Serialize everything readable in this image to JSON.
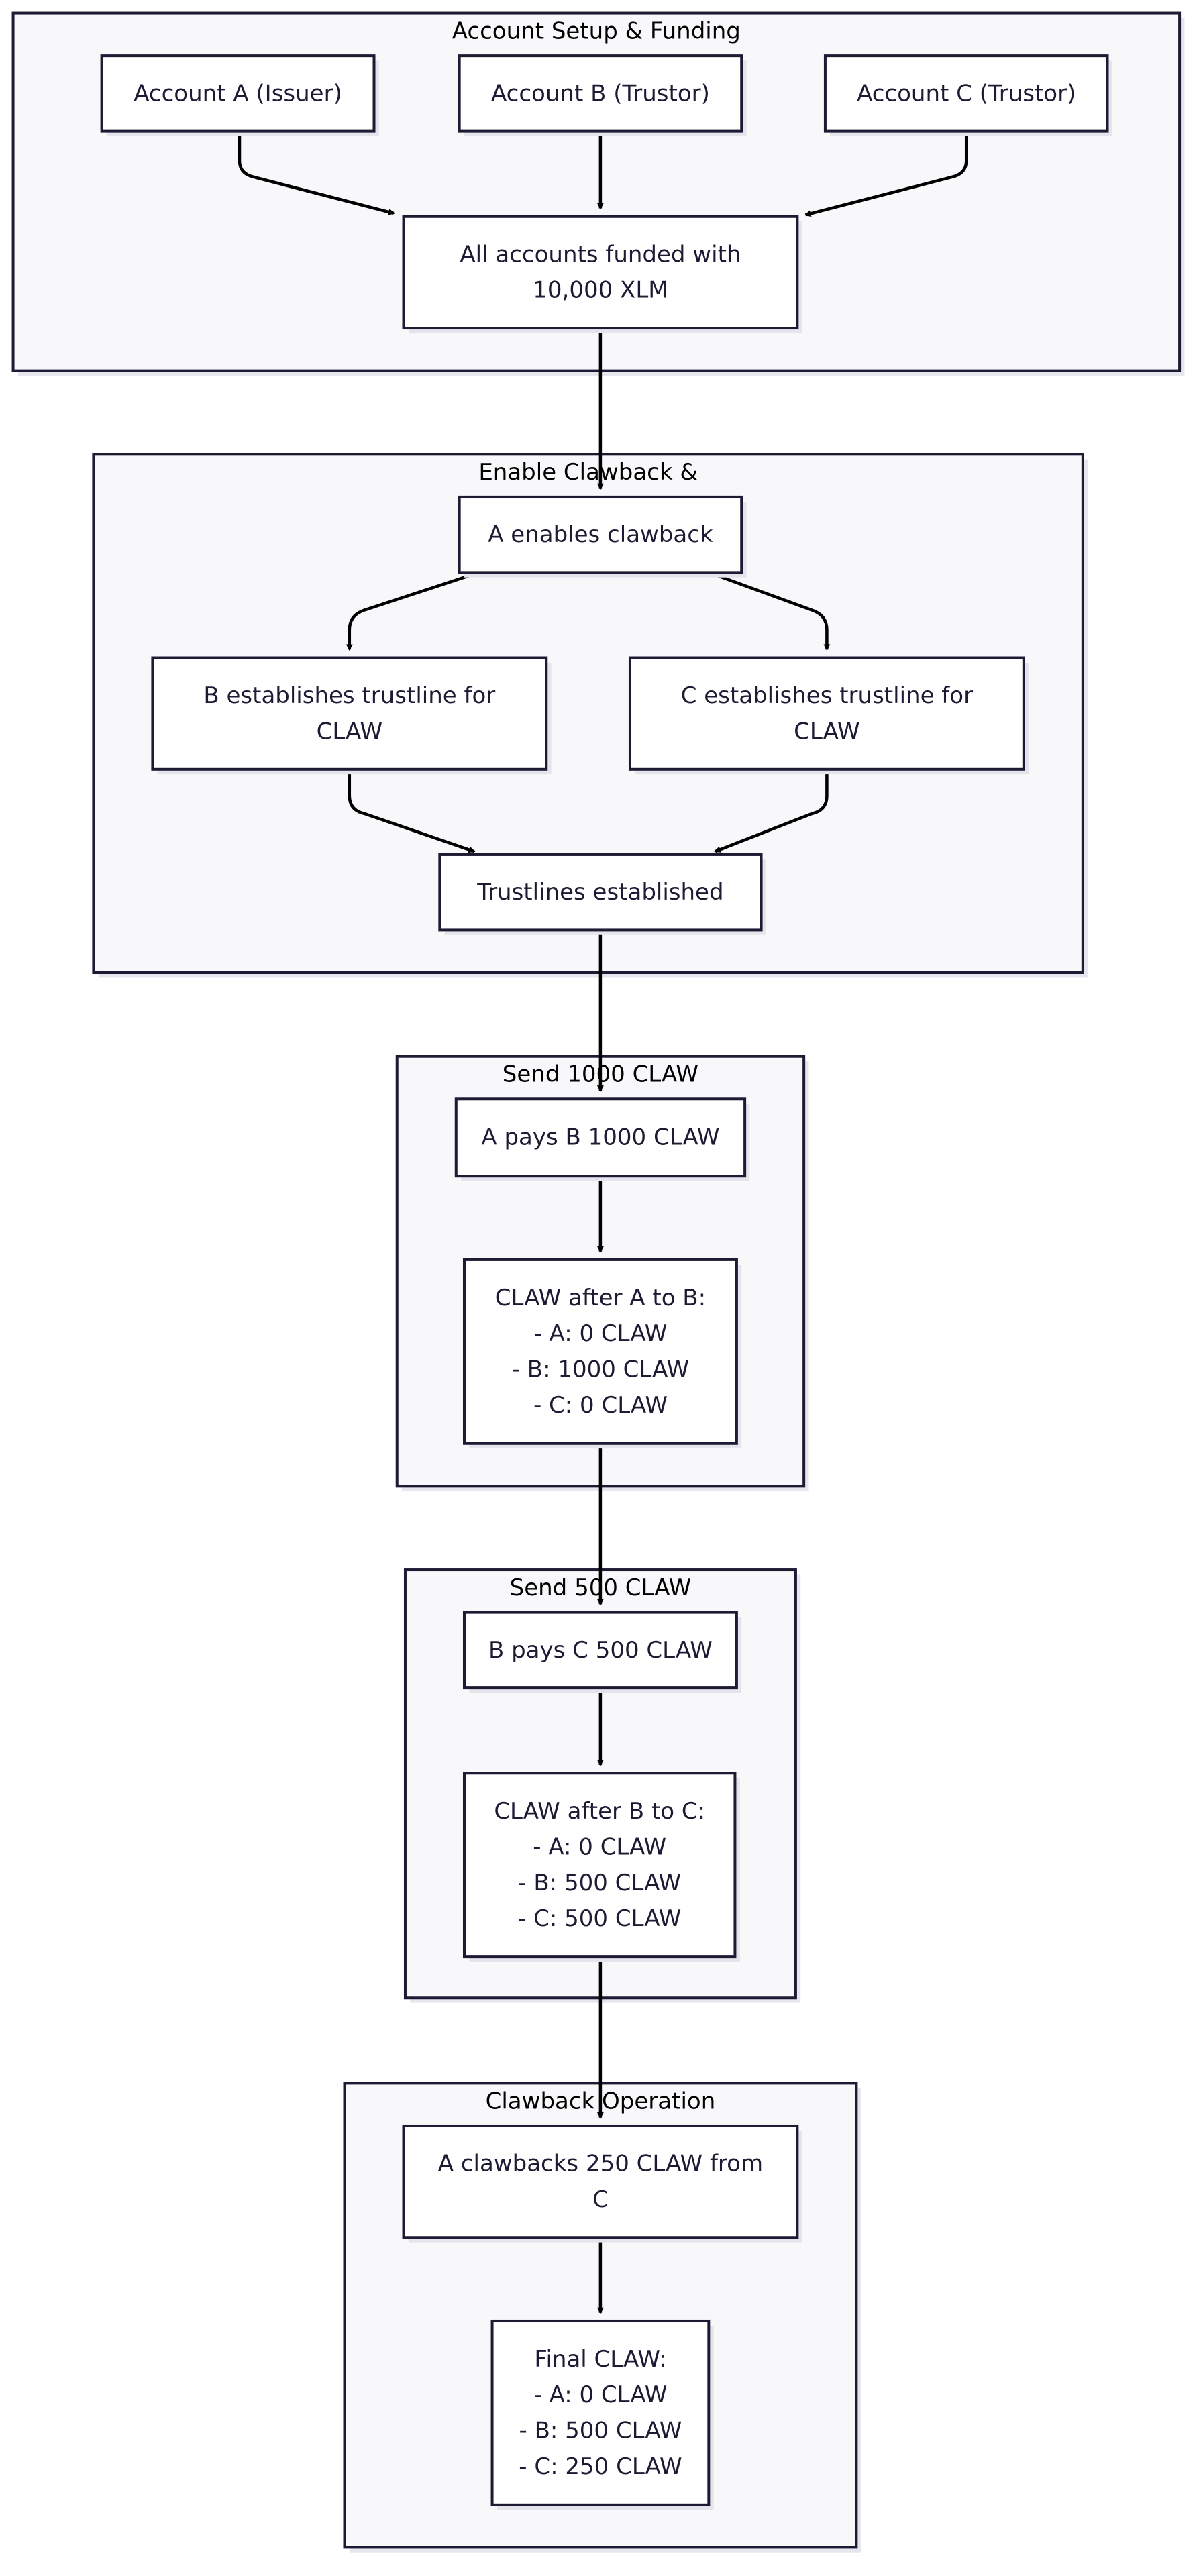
{
  "diagram": {
    "clusters": {
      "setup": "Account Setup & Funding",
      "clawback_trust": "Enable Clawback &",
      "send1000": "Send 1000 CLAW",
      "send500": "Send 500 CLAW",
      "clawback_op": "Clawback Operation"
    },
    "nodes": {
      "acct_a": [
        "Account A (Issuer)"
      ],
      "acct_b": [
        "Account B (Trustor)"
      ],
      "acct_c": [
        "Account C (Trustor)"
      ],
      "funded": [
        "All accounts funded with",
        "10,000 XLM"
      ],
      "enable": [
        "A enables clawback"
      ],
      "b_trust": [
        "B establishes trustline for",
        "CLAW"
      ],
      "c_trust": [
        "C establishes trustline for",
        "CLAW"
      ],
      "trust_done": [
        "Trustlines established"
      ],
      "a_pays_b": [
        "A pays B 1000 CLAW"
      ],
      "after_ab": [
        "CLAW after A to B:",
        "- A: 0 CLAW",
        "- B: 1000 CLAW",
        "- C: 0 CLAW"
      ],
      "b_pays_c": [
        "B pays C 500 CLAW"
      ],
      "after_bc": [
        "CLAW after B to C:",
        "- A: 0 CLAW",
        "- B: 500 CLAW",
        "- C: 500 CLAW"
      ],
      "clawback": [
        "A clawbacks 250 CLAW from",
        "C"
      ],
      "final": [
        "Final CLAW:",
        "- A: 0 CLAW",
        "- B: 500 CLAW",
        "- C: 250 CLAW"
      ]
    }
  }
}
